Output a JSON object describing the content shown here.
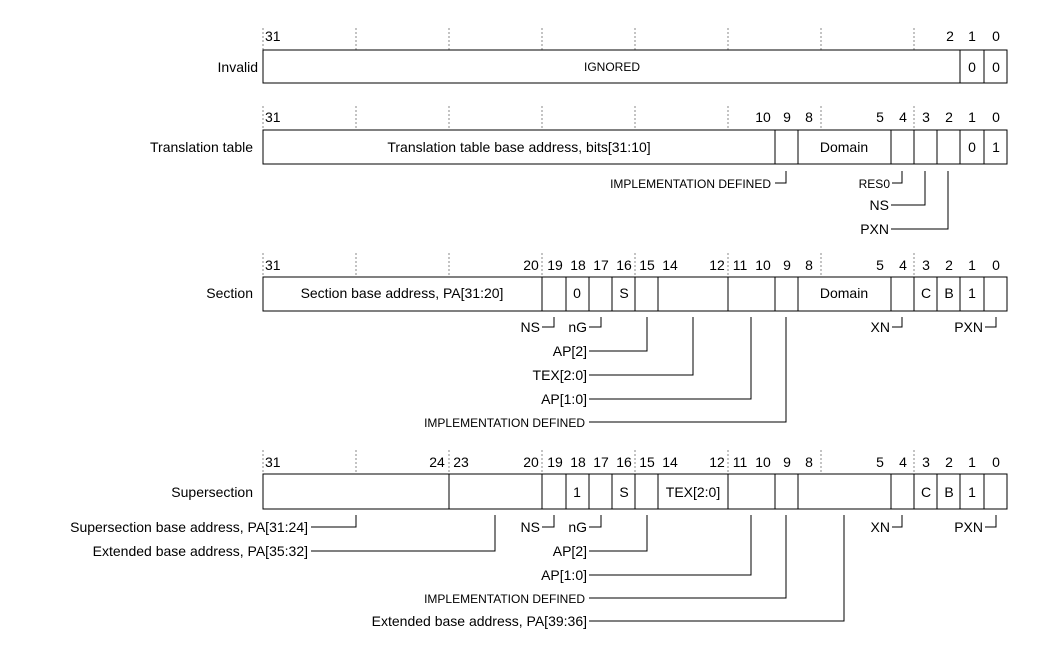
{
  "rows": {
    "invalid": {
      "name": "Invalid",
      "bits": [
        "31",
        "2",
        "1",
        "0"
      ],
      "fields": [
        "IGNORED",
        "0",
        "0"
      ]
    },
    "translation_table": {
      "name": "Translation table",
      "bits": [
        "31",
        "10",
        "9",
        "8",
        "5",
        "4",
        "3",
        "2",
        "1",
        "0"
      ],
      "fields": [
        "Translation table base address, bits[31:10]",
        "Domain",
        "0",
        "1"
      ],
      "callouts": [
        "IMPLEMENTATION DEFINED",
        "RES0",
        "NS",
        "PXN"
      ]
    },
    "section": {
      "name": "Section",
      "bits": [
        "31",
        "20",
        "19",
        "18",
        "17",
        "16",
        "15",
        "14",
        "12",
        "11",
        "10",
        "9",
        "8",
        "5",
        "4",
        "3",
        "2",
        "1",
        "0"
      ],
      "fields": [
        "Section base address, PA[31:20]",
        "0",
        "S",
        "Domain",
        "C",
        "B",
        "1"
      ],
      "callouts": [
        "NS",
        "nG",
        "AP[2]",
        "TEX[2:0]",
        "AP[1:0]",
        "IMPLEMENTATION DEFINED",
        "XN",
        "PXN"
      ]
    },
    "supersection": {
      "name": "Supersection",
      "bits": [
        "31",
        "24",
        "23",
        "20",
        "19",
        "18",
        "17",
        "16",
        "15",
        "14",
        "12",
        "11",
        "10",
        "9",
        "8",
        "5",
        "4",
        "3",
        "2",
        "1",
        "0"
      ],
      "fields": [
        "1",
        "S",
        "TEX[2:0]",
        "C",
        "B",
        "1"
      ],
      "callouts": [
        "Supersection base address, PA[31:24]",
        "Extended base address, PA[35:32]",
        "NS",
        "nG",
        "AP[2]",
        "AP[1:0]",
        "IMPLEMENTATION DEFINED",
        "Extended base address, PA[39:36]",
        "XN",
        "PXN"
      ]
    }
  }
}
